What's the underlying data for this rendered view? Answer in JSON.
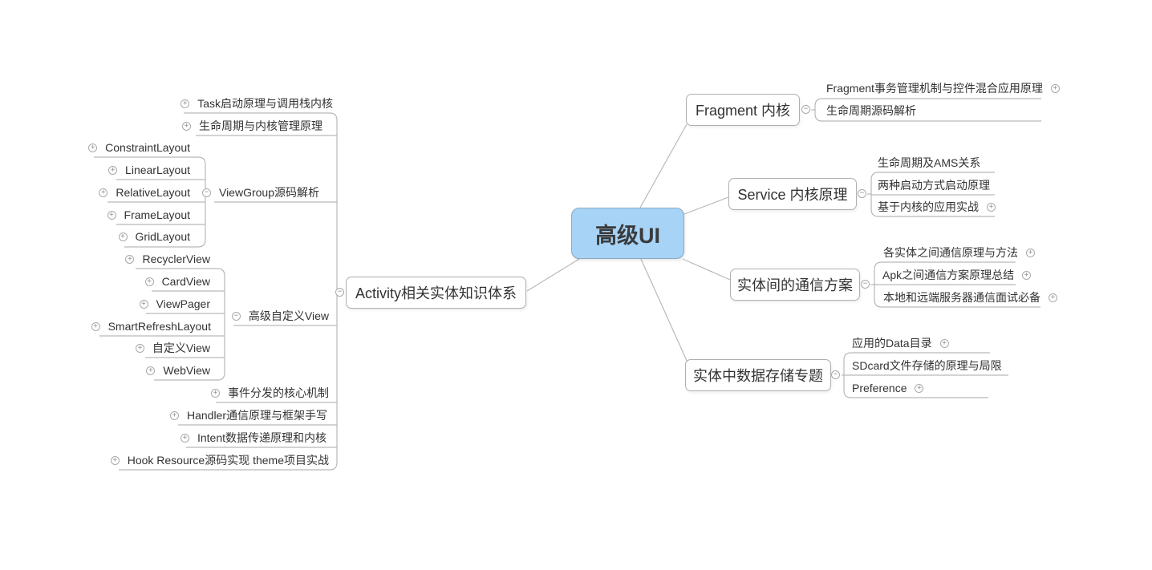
{
  "icons": {
    "expand": "+",
    "collapse": "−"
  },
  "colors": {
    "center_fill": "#a6d3f6",
    "center_border": "#8fa9bd",
    "branch_line": "#b9b9b9",
    "topic_border": "#b0b0b0",
    "text": "#333333"
  },
  "center": {
    "label": "高级UI"
  },
  "left": {
    "root": {
      "label": "Activity相关实体知识体系"
    },
    "children": [
      {
        "label": "Task启动原理与调用栈内核"
      },
      {
        "label": "生命周期与内核管理原理"
      },
      {
        "label": "ViewGroup源码解析"
      },
      {
        "label": "高级自定义View"
      },
      {
        "label": "事件分发的核心机制"
      },
      {
        "label": "Handler通信原理与框架手写"
      },
      {
        "label": "Intent数据传递原理和内核"
      },
      {
        "label": "Hook Resource源码实现 theme项目实战"
      }
    ],
    "viewgroup_children": [
      {
        "label": "ConstraintLayout"
      },
      {
        "label": "LinearLayout"
      },
      {
        "label": "RelativeLayout"
      },
      {
        "label": "FrameLayout"
      },
      {
        "label": "GridLayout"
      }
    ],
    "customview_children": [
      {
        "label": "RecyclerView"
      },
      {
        "label": "CardView"
      },
      {
        "label": "ViewPager"
      },
      {
        "label": "SmartRefreshLayout"
      },
      {
        "label": "自定义View"
      },
      {
        "label": "WebView"
      }
    ]
  },
  "right": {
    "branches": [
      {
        "label": "Fragment 内核",
        "children": [
          {
            "label": "Fragment事务管理机制与控件混合应用原理"
          },
          {
            "label": "生命周期源码解析"
          }
        ]
      },
      {
        "label": "Service 内核原理",
        "children": [
          {
            "label": "生命周期及AMS关系"
          },
          {
            "label": "两种启动方式启动原理"
          },
          {
            "label": "基于内核的应用实战"
          }
        ]
      },
      {
        "label": "实体间的通信方案",
        "children": [
          {
            "label": "各实体之间通信原理与方法"
          },
          {
            "label": "Apk之间通信方案原理总结"
          },
          {
            "label": "本地和远端服务器通信面试必备"
          }
        ]
      },
      {
        "label": "实体中数据存储专题",
        "children": [
          {
            "label": "应用的Data目录"
          },
          {
            "label": "SDcard文件存储的原理与局限"
          },
          {
            "label": "Preference"
          }
        ]
      }
    ]
  }
}
